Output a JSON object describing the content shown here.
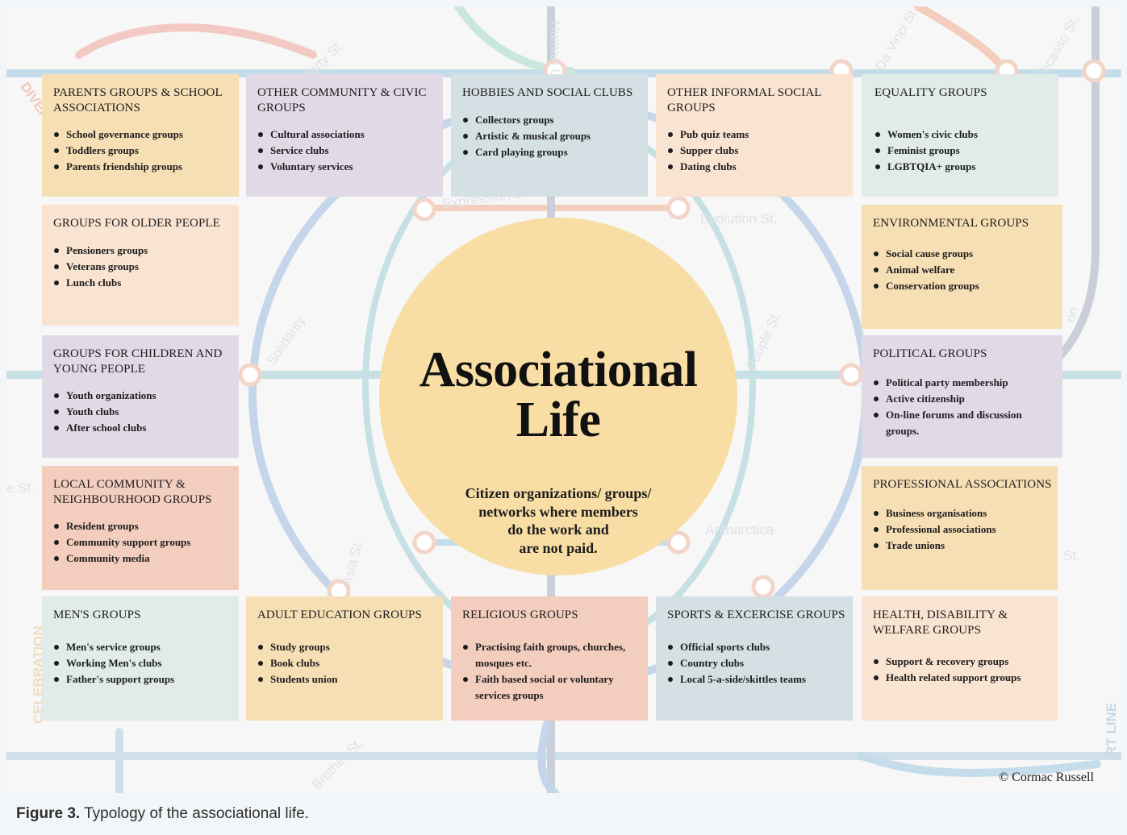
{
  "center": {
    "title_lines": [
      "Associational",
      "Life"
    ],
    "subtitle_lines": [
      "Citizen organizations/ groups/",
      "networks where members",
      "do the work and",
      "are not paid."
    ]
  },
  "streets": [
    "Party St.",
    "Da Vinci St.",
    "Picasso St.",
    "Expression St.",
    "Evolution St.",
    "Solidarity",
    "People St.",
    "Asia St.",
    "Antharctica",
    "Human Unic",
    "CELEBRATION",
    "DIVERS LINE",
    "RT LINE",
    "Brother St.",
    "e St.",
    "St.",
    "on"
  ],
  "groups": [
    {
      "title": "PARENTS GROUPS & SCHOOL ASSOCIATIONS",
      "items": [
        "School governance groups",
        "Toddlers groups",
        "Parents friendship groups"
      ]
    },
    {
      "title": "OTHER COMMUNITY & CIVIC GROUPS",
      "items": [
        "Cultural associations",
        "Service clubs",
        "Voluntary services"
      ]
    },
    {
      "title": "HOBBIES AND SOCIAL CLUBS",
      "items": [
        "Collectors groups",
        "Artistic & musical groups",
        "Card playing groups"
      ]
    },
    {
      "title": "OTHER INFORMAL SOCIAL GROUPS",
      "items": [
        "Pub quiz teams",
        "Supper clubs",
        "Dating clubs"
      ]
    },
    {
      "title": "EQUALITY GROUPS",
      "items": [
        "Women's civic clubs",
        "Feminist groups",
        "LGBTQIA+ groups"
      ]
    },
    {
      "title": "GROUPS FOR OLDER PEOPLE",
      "items": [
        "Pensioners groups",
        "Veterans groups",
        "Lunch clubs"
      ]
    },
    {
      "title": "ENVIRONMENTAL GROUPS",
      "items": [
        "Social cause groups",
        "Animal welfare",
        "Conservation groups"
      ]
    },
    {
      "title": "GROUPS FOR CHILDREN AND YOUNG PEOPLE",
      "items": [
        "Youth organizations",
        "Youth clubs",
        "After school clubs"
      ]
    },
    {
      "title": "POLITICAL GROUPS",
      "items": [
        "Political party membership",
        "Active citizenship",
        "On-line forums and discussion groups."
      ]
    },
    {
      "title": "LOCAL COMMUNITY & NEIGHBOURHOOD GROUPS",
      "items": [
        "Resident groups",
        "Community support groups",
        "Community media"
      ]
    },
    {
      "title": "PROFESSIONAL ASSOCIATIONS",
      "items": [
        "Business organisations",
        "Professional associations",
        "Trade unions"
      ]
    },
    {
      "title": "MEN'S GROUPS",
      "items": [
        "Men's service groups",
        "Working Men's clubs",
        "Father's support groups"
      ]
    },
    {
      "title": "ADULT EDUCATION GROUPS",
      "items": [
        "Study groups",
        "Book clubs",
        "Students union"
      ]
    },
    {
      "title": "RELIGIOUS GROUPS",
      "items": [
        "Practising faith groups, churches, mosques etc.",
        "Faith based social or voluntary services groups"
      ]
    },
    {
      "title": "SPORTS & EXCERCISE GROUPS",
      "items": [
        "Official sports clubs",
        "Country clubs",
        "Local 5-a-side/skittles teams"
      ]
    },
    {
      "title": "HEALTH, DISABILITY & WELFARE GROUPS",
      "items": [
        "Support & recovery groups",
        "Health related support groups"
      ]
    }
  ],
  "copyright": "© Cormac Russell",
  "caption": {
    "label": "Figure 3.",
    "text": " Typology of the associational life."
  }
}
